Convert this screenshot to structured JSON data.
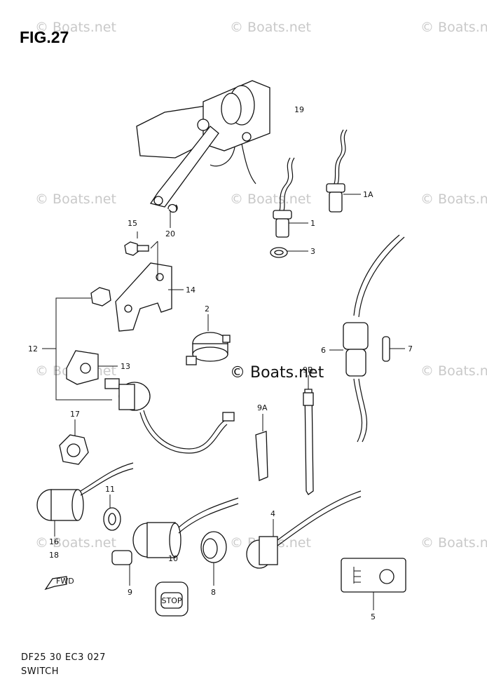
{
  "figure": {
    "title": "FIG.27"
  },
  "footer": {
    "code": "DF25 30 EC3  027",
    "name": "SWITCH"
  },
  "watermark": {
    "text": "© Boats.net"
  },
  "callouts": {
    "c19": "19",
    "c1A": "1A",
    "c1": "1",
    "c3": "3",
    "c20": "20",
    "c15": "15",
    "c14": "14",
    "c2": "2",
    "c12": "12",
    "c13": "13",
    "c6": "6",
    "c7": "7",
    "c9B": "9B",
    "c9A": "9A",
    "c17": "17",
    "c11": "11",
    "c16": "16",
    "c18": "18",
    "c10": "10",
    "c9": "9",
    "c8": "8",
    "c4": "4",
    "c5": "5"
  },
  "stop_plate": {
    "text": "STOP"
  },
  "fwd_arrow": {
    "text": "FWD"
  }
}
